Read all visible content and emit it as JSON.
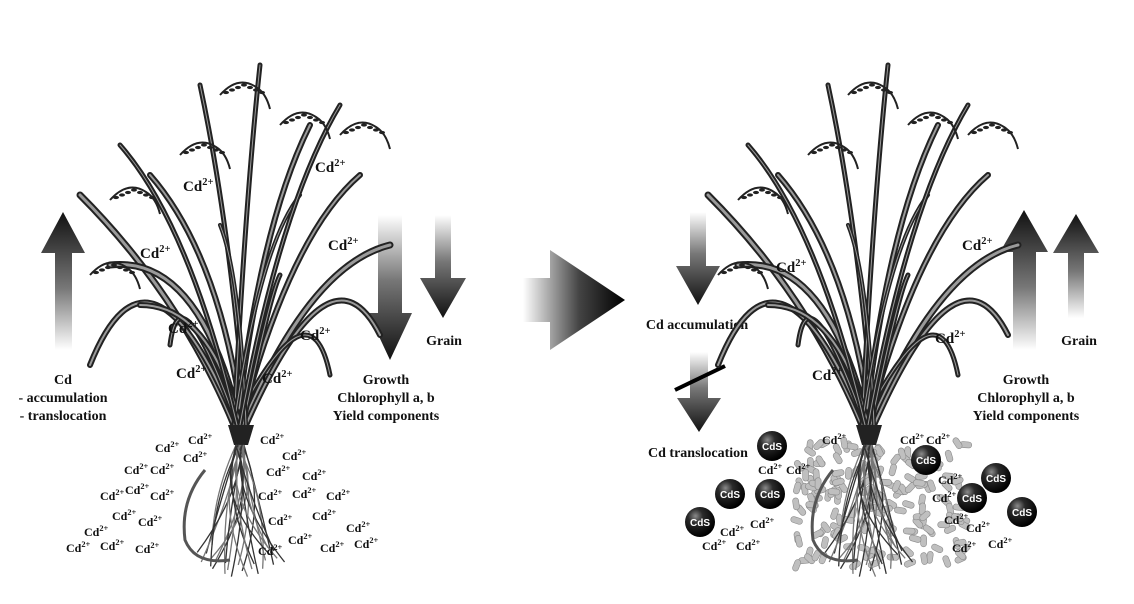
{
  "left_panel": {
    "up_arrow_label": {
      "title": "Cd",
      "line1": "- accumulation",
      "line2": "- translocation"
    },
    "down_arrow_label": {
      "line1": "Growth",
      "line2": "Chlorophyll  a, b",
      "line3": "Yield components"
    },
    "grain_label": "Grain"
  },
  "right_panel": {
    "accumulation_label": "Cd accumulation",
    "translocation_label": "Cd translocation",
    "up_arrow_label": {
      "line1": "Growth",
      "line2": "Chlorophyll  a, b",
      "line3": "Yield components"
    },
    "grain_label": "Grain"
  },
  "ion": {
    "base": "Cd",
    "charge": "2+"
  },
  "particle_label": "CdS",
  "colors": {
    "arrow_dark": "#111111",
    "arrow_light": "#ffffff",
    "plant": "#222222",
    "particle": "#111111",
    "microbe": "#bfbfbf"
  }
}
